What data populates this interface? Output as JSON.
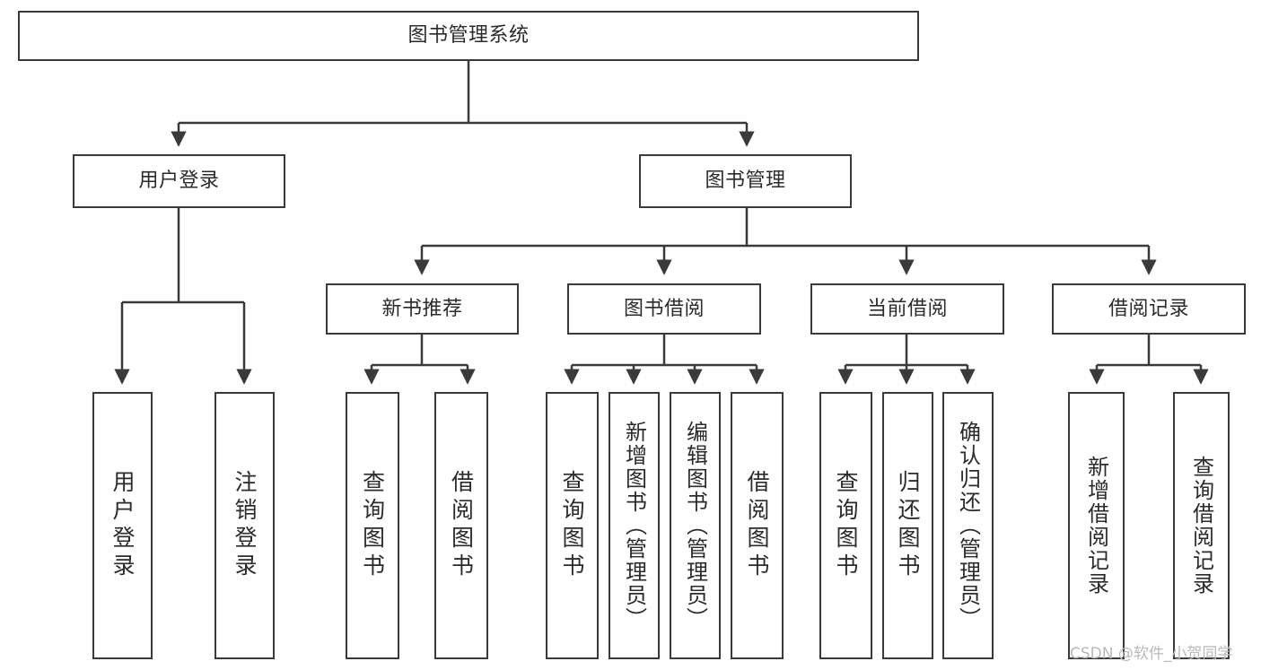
{
  "diagram": {
    "type": "hierarchy-tree",
    "title_node": {
      "label": "图书管理系统"
    },
    "level2": [
      {
        "label": "用户登录"
      },
      {
        "label": "图书管理"
      }
    ],
    "level3": [
      {
        "label": "新书推荐"
      },
      {
        "label": "图书借阅"
      },
      {
        "label": "当前借阅"
      },
      {
        "label": "借阅记录"
      }
    ],
    "leaves": [
      {
        "label": "用户登录",
        "parent": "用户登录"
      },
      {
        "label": "注销登录",
        "parent": "用户登录"
      },
      {
        "label": "查询图书",
        "parent": "新书推荐"
      },
      {
        "label": "借阅图书",
        "parent": "新书推荐"
      },
      {
        "label": "查询图书",
        "parent": "图书借阅"
      },
      {
        "label": "新增图书（管理员）",
        "parent": "图书借阅"
      },
      {
        "label": "编辑图书（管理员）",
        "parent": "图书借阅"
      },
      {
        "label": "借阅图书",
        "parent": "图书借阅"
      },
      {
        "label": "查询图书",
        "parent": "当前借阅"
      },
      {
        "label": "归还图书",
        "parent": "当前借阅"
      },
      {
        "label": "确认归还（管理员）",
        "parent": "当前借阅"
      },
      {
        "label": "新增借阅记录",
        "parent": "借阅记录"
      },
      {
        "label": "查询借阅记录",
        "parent": "借阅记录"
      }
    ]
  },
  "watermark": {
    "text": "CSDN @软件_小贺同学"
  },
  "colors": {
    "stroke": "#3a3a3a",
    "background": "#ffffff",
    "text": "#2b2b2b",
    "watermark": "#b9b9b9"
  }
}
